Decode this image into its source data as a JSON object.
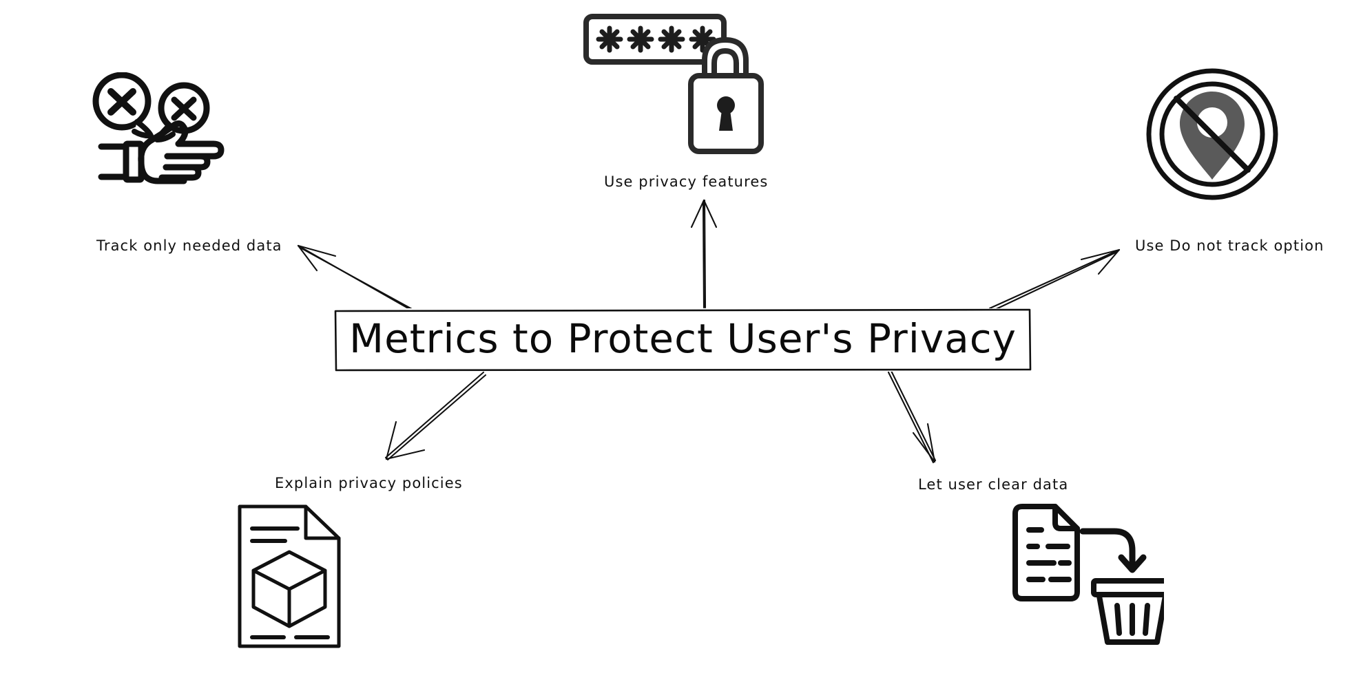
{
  "diagram": {
    "type": "mind-map",
    "title": "Metrics to Protect User's Privacy",
    "background_color": "#ffffff",
    "stroke_color": "#111111",
    "accent_gray": "#5a5a5a",
    "center": {
      "label": "Metrics to Protect User's Privacy"
    },
    "branches": [
      {
        "id": "track-only-needed-data",
        "label": "Track only needed data",
        "icon": "pointing-hand-with-x-speech-bubbles-icon",
        "direction": "upper-left"
      },
      {
        "id": "use-privacy-features",
        "label": "Use privacy features",
        "icon": "password-field-with-padlock-icon",
        "direction": "up"
      },
      {
        "id": "use-do-not-track-option",
        "label": "Use Do not track option",
        "icon": "no-location-tracking-icon",
        "direction": "upper-right"
      },
      {
        "id": "explain-privacy-policies",
        "label": "Explain privacy policies",
        "icon": "document-with-cube-icon",
        "direction": "lower-left"
      },
      {
        "id": "let-user-clear-data",
        "label": "Let user clear data",
        "icon": "document-to-trash-icon",
        "direction": "lower-right"
      }
    ],
    "password_mask": "✳✳✳✳"
  }
}
